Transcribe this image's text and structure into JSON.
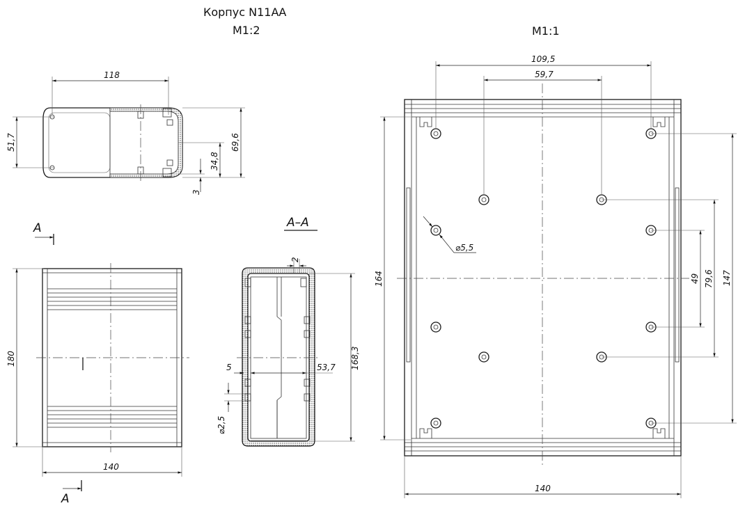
{
  "header": {
    "title": "Корпус N11АА",
    "scale_left": "M1:2",
    "scale_right": "M1:1"
  },
  "top_view": {
    "dim_width": "118",
    "dim_left_height": "51,7",
    "dim_inner": "34,8",
    "dim_total": "69,6",
    "dim_wall": "3"
  },
  "front_view": {
    "section_mark": "A",
    "dim_height": "180",
    "dim_width": "140"
  },
  "section_view": {
    "title": "A–A",
    "dim_wall": "2",
    "dim_height": "168,3",
    "dim_gap": "5",
    "dim_inner": "53,7",
    "dim_hole": "⌀2,5"
  },
  "detail_view": {
    "dim_outer": "109,5",
    "dim_inner": "59,7",
    "dim_height": "164",
    "dim_hole": "⌀5,5",
    "dim_49": "49",
    "dim_79": "79,6",
    "dim_147": "147",
    "dim_width": "140"
  }
}
